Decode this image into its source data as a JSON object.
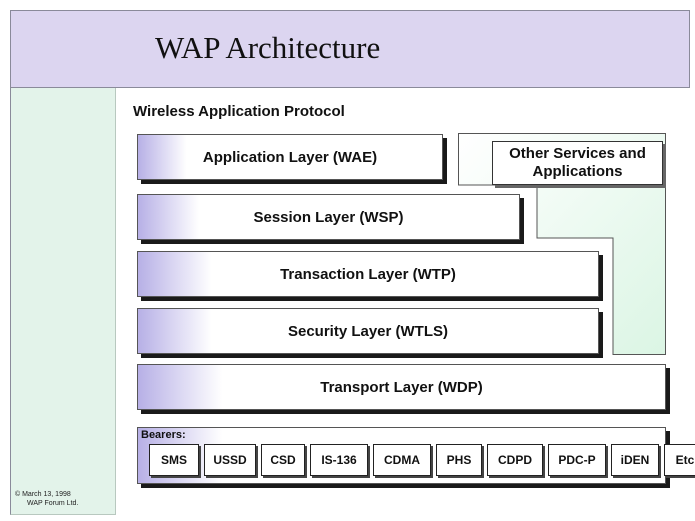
{
  "header": {
    "title": "WAP Architecture"
  },
  "subtitle": "Wireless Application Protocol",
  "layers": [
    {
      "label": "Application Layer (WAE)"
    },
    {
      "label": "Session Layer (WSP)"
    },
    {
      "label": "Transaction Layer (WTP)"
    },
    {
      "label": "Security Layer (WTLS)"
    },
    {
      "label": "Transport Layer (WDP)"
    }
  ],
  "other_services": {
    "line1": "Other Services and",
    "line2": "Applications"
  },
  "bearers": {
    "label": "Bearers:",
    "items": [
      "SMS",
      "USSD",
      "CSD",
      "IS-136",
      "CDMA",
      "PHS",
      "CDPD",
      "PDC-P",
      "iDEN",
      "Etc..."
    ]
  },
  "copyright": {
    "line1": "© March 13, 1998",
    "line2": "WAP Forum Ltd."
  },
  "colors": {
    "header_bg": "#dcd5f0",
    "sidebar_bg": "#e3f3ea",
    "layer_gradient": "#b7b0e6",
    "other_services_bg": "#e3f6ea"
  }
}
